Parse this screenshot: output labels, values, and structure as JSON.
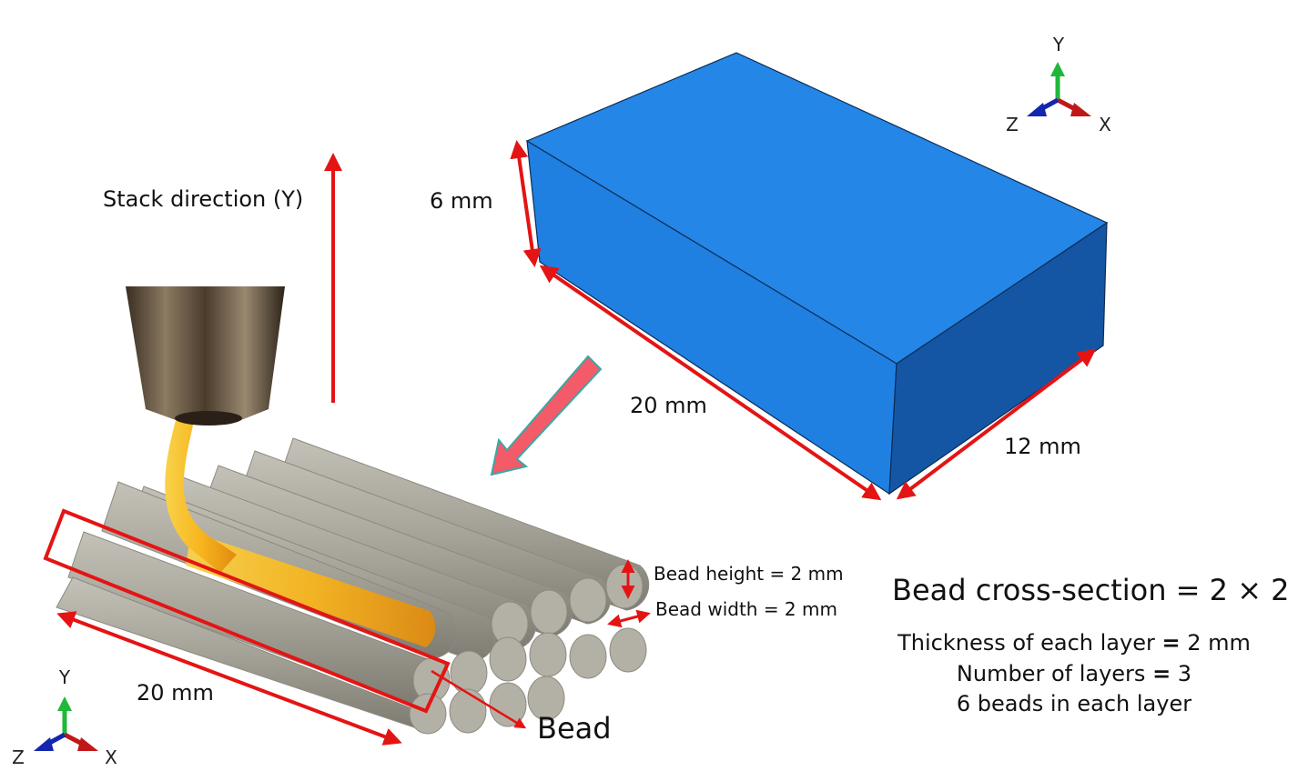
{
  "labels": {
    "stack_direction": "Stack direction (Y)",
    "block_height": "6 mm",
    "block_length": "20 mm",
    "block_depth": "12 mm",
    "print_length": "20 mm",
    "bead_label": "Bead",
    "bead_height": "Bead height = 2 mm",
    "bead_width": "Bead width = 2 mm",
    "cross_section": "Bead cross-section = 2 × 2",
    "layer_thickness_prefix": "Thickness of each layer ",
    "layer_thickness_eq": "=",
    "layer_thickness_value": " 2 mm",
    "num_layers_prefix": "Number of layers ",
    "num_layers_eq": "=",
    "num_layers_value": " 3",
    "beads_per_layer": "6 beads in each layer"
  },
  "axes": {
    "y": "Y",
    "x": "X",
    "z": "Z"
  },
  "colors": {
    "block_top": "#2486e6",
    "block_front": "#1f7fe0",
    "block_side": "#1457a6",
    "arrow_red": "#e41414",
    "big_arrow": "#f25b67",
    "big_arrow_edge": "#3aa7a7",
    "bead_gray": "#a9a79c",
    "bead_end": "#b3b1a6",
    "filament": "#f4a51c",
    "axis_green": "#1fb83a",
    "axis_red": "#c01818",
    "axis_blue": "#1326b0"
  }
}
